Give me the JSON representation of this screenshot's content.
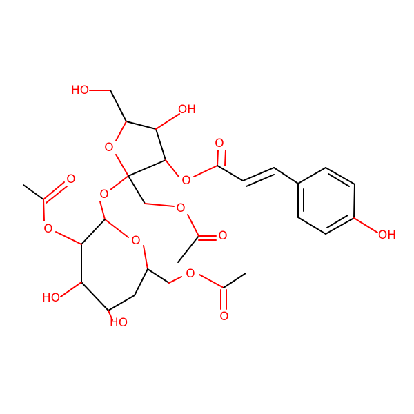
{
  "colors": {
    "bond": "#000000",
    "oxygen": "#ff0000",
    "background": "#ffffff"
  },
  "labels": {
    "ho_ch2_top": "HO",
    "oh_furanose_c4": "OH",
    "o_furanose_ring": "O",
    "o_glycosidic": "O",
    "o_ester_cinnamoyl": "O",
    "o_carbonyl_cinnamoyl": "O",
    "oh_phenol": "OH",
    "o_carbonyl_acetyl_top_left": "O",
    "o_ester_acetyl_left": "O",
    "o_pyranose_ring": "O",
    "o_ester_acetyl_mid": "O",
    "o_carbonyl_acetyl_mid": "O",
    "o_ester_acetyl_bottom": "O",
    "o_carbonyl_acetyl_bottom": "O",
    "ho_pyranose_c4": "HO",
    "ho_pyranose_c3": "HO"
  }
}
